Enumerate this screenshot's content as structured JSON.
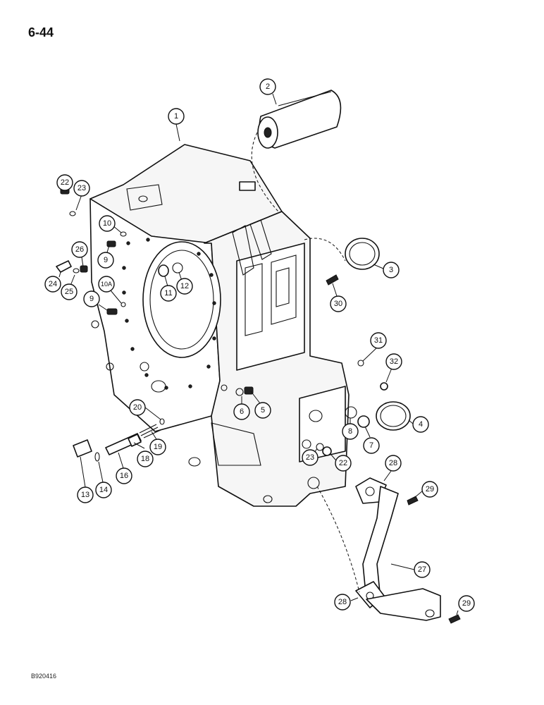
{
  "page": {
    "number": "6-44",
    "figure_code": "B920416"
  },
  "callouts": [
    {
      "label": "1"
    },
    {
      "label": "2"
    },
    {
      "label": "3"
    },
    {
      "label": "4"
    },
    {
      "label": "5"
    },
    {
      "label": "6"
    },
    {
      "label": "7"
    },
    {
      "label": "8"
    },
    {
      "label": "9"
    },
    {
      "label": "9"
    },
    {
      "label": "10"
    },
    {
      "label": "10A"
    },
    {
      "label": "11"
    },
    {
      "label": "12"
    },
    {
      "label": "13"
    },
    {
      "label": "14"
    },
    {
      "label": "16"
    },
    {
      "label": "18"
    },
    {
      "label": "19"
    },
    {
      "label": "20"
    },
    {
      "label": "22"
    },
    {
      "label": "22"
    },
    {
      "label": "23"
    },
    {
      "label": "23"
    },
    {
      "label": "24"
    },
    {
      "label": "25"
    },
    {
      "label": "26"
    },
    {
      "label": "27"
    },
    {
      "label": "28"
    },
    {
      "label": "28"
    },
    {
      "label": "29"
    },
    {
      "label": "29"
    },
    {
      "label": "30"
    },
    {
      "label": "31"
    },
    {
      "label": "32"
    }
  ]
}
